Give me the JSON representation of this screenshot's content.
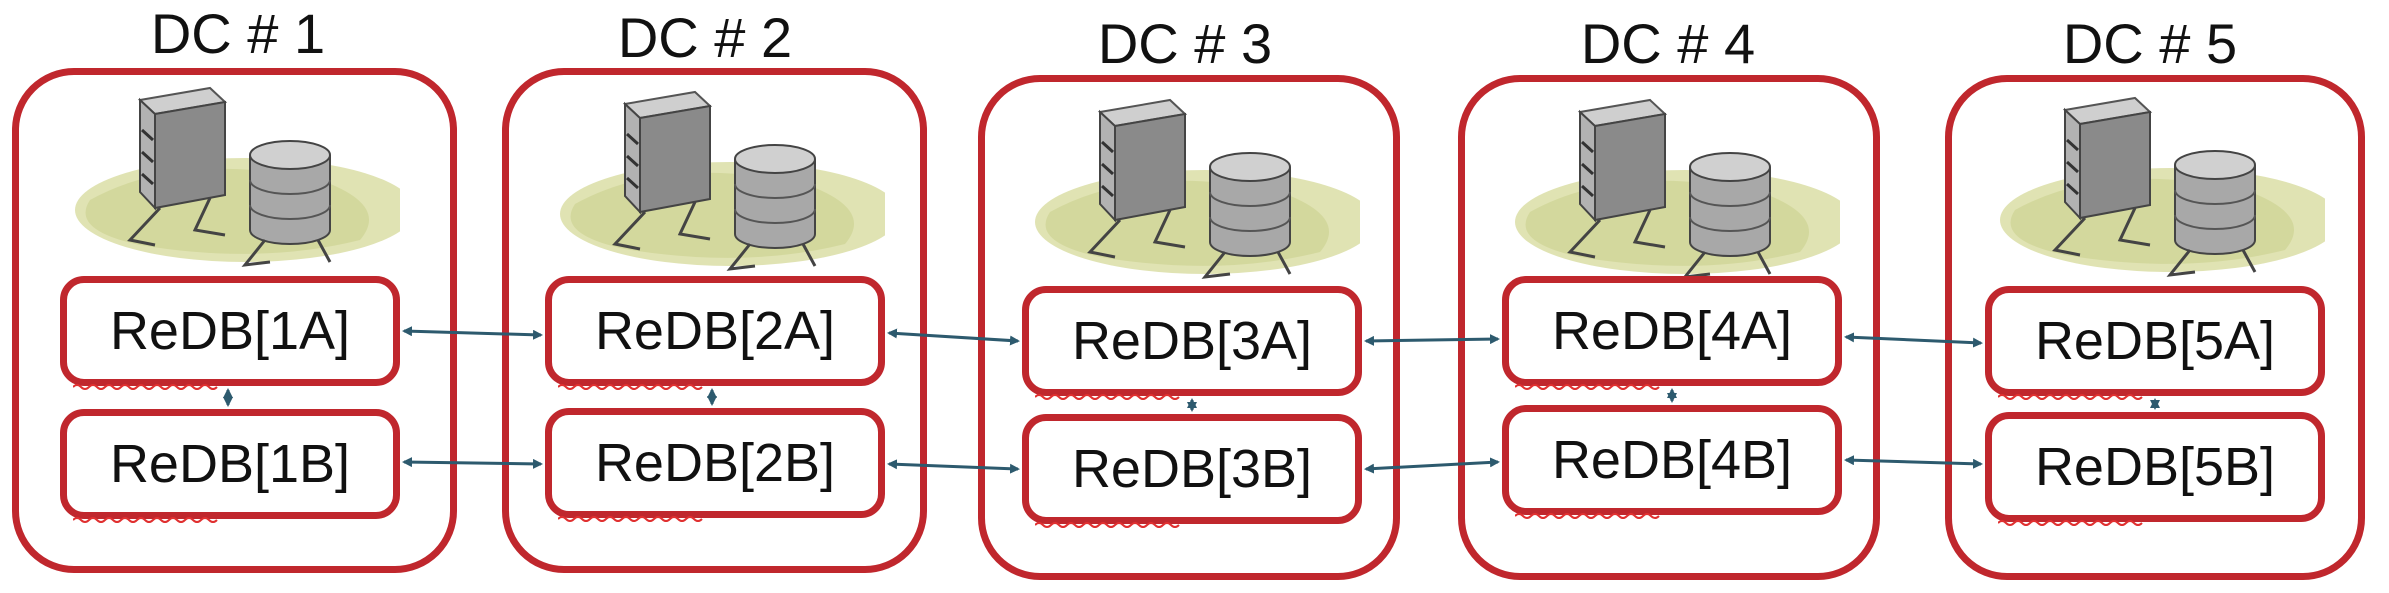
{
  "datacenters": [
    {
      "title": "DC # 1",
      "nodeA": "ReDB[1A]",
      "nodeB": "ReDB[1B]"
    },
    {
      "title": "DC # 2",
      "nodeA": "ReDB[2A]",
      "nodeB": "ReDB[2B]"
    },
    {
      "title": "DC # 3",
      "nodeA": "ReDB[3A]",
      "nodeB": "ReDB[3B]"
    },
    {
      "title": "DC # 4",
      "nodeA": "ReDB[4A]",
      "nodeB": "ReDB[4B]"
    },
    {
      "title": "DC # 5",
      "nodeA": "ReDB[5A]",
      "nodeB": "ReDB[5B]"
    }
  ],
  "colors": {
    "border": "#c0272d",
    "connector": "#2d5a6e",
    "spellcheck": "#e03030",
    "grass": "#d8dca0",
    "server": "#9a9a9a",
    "disk": "#bcbcbc"
  },
  "icons": [
    "server-icon",
    "database-icon",
    "bidirectional-arrow-icon"
  ]
}
